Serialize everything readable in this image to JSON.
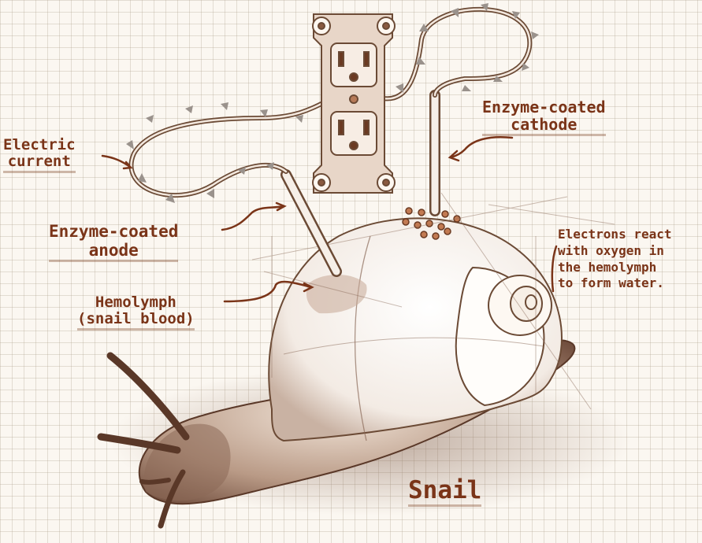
{
  "labels": {
    "electric_current": [
      "Electric",
      "current"
    ],
    "cathode": [
      "Enzyme-coated",
      "cathode"
    ],
    "anode": [
      "Enzyme-coated",
      "anode"
    ],
    "hemolymph": [
      "Hemolymph",
      "(snail blood)"
    ],
    "electrons": [
      "Electrons react",
      "with oxygen in",
      "the hemolymph",
      "to form water."
    ],
    "snail": "Snail"
  },
  "colors": {
    "ink": "#7a3418",
    "sketch": "#6b4a35",
    "paper": "#fbf7f1",
    "grid": "#afa08c"
  }
}
